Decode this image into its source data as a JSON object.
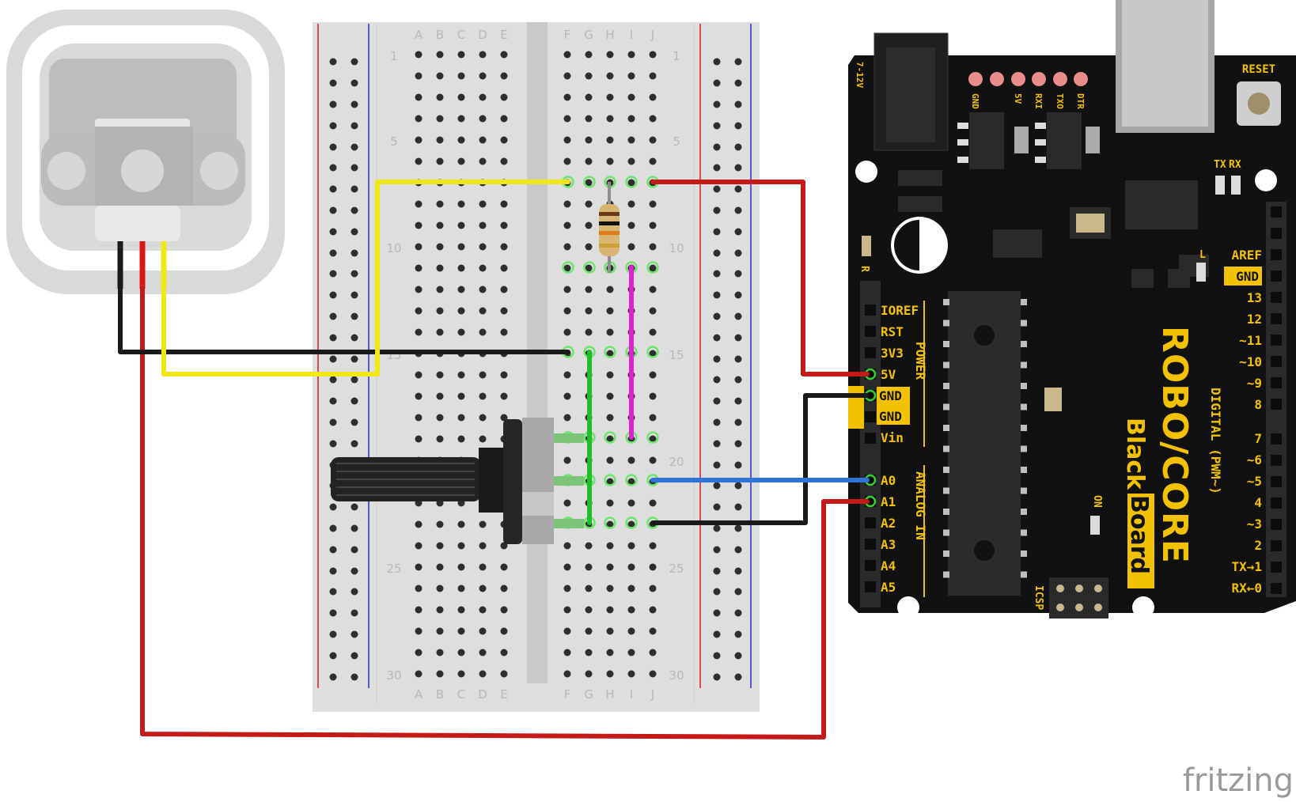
{
  "breadboard": {
    "columns_left": [
      "A",
      "B",
      "C",
      "D",
      "E"
    ],
    "columns_right": [
      "F",
      "G",
      "H",
      "I",
      "J"
    ],
    "row_numbers": [
      "1",
      "5",
      "10",
      "15",
      "20",
      "25",
      "30"
    ]
  },
  "board": {
    "brand": "ROBO/CORE",
    "model_black": "Black",
    "model_board": "Board",
    "power_jack": "7-12V",
    "reset": "RESET",
    "header_top": [
      "GND",
      "5V",
      "RXI",
      "TXO",
      "DTR"
    ],
    "power_pins": [
      "IOREF",
      "RST",
      "3V3",
      "5V",
      "GND",
      "GND",
      "Vin"
    ],
    "power_title": "POWER",
    "analog_pins": [
      "A0",
      "A1",
      "A2",
      "A3",
      "A4",
      "A5"
    ],
    "analog_title": "ANALOG IN",
    "digital_pins": [
      "AREF",
      "GND",
      "13",
      "12",
      "~11",
      "~10",
      "~9",
      "8",
      "7",
      "~6",
      "~5",
      "4",
      "~3",
      "2",
      "TX→1",
      "RX←0"
    ],
    "digital_title": "DIGITAL (PWM~)",
    "led_tx": "TX",
    "led_rx": "RX",
    "led_l": "L",
    "led_on": "ON",
    "icsp": "ICSP",
    "r_label": "R"
  },
  "watermark": "fritzing",
  "colors": {
    "wire_red": "#c41a1a",
    "wire_black": "#1a1a1a",
    "wire_yellow": "#f0e816",
    "wire_green": "#1fbf2a",
    "wire_blue": "#2f73d8",
    "wire_magenta": "#e01fd6",
    "board": "#111111",
    "silkscreen": "#f2c200"
  }
}
